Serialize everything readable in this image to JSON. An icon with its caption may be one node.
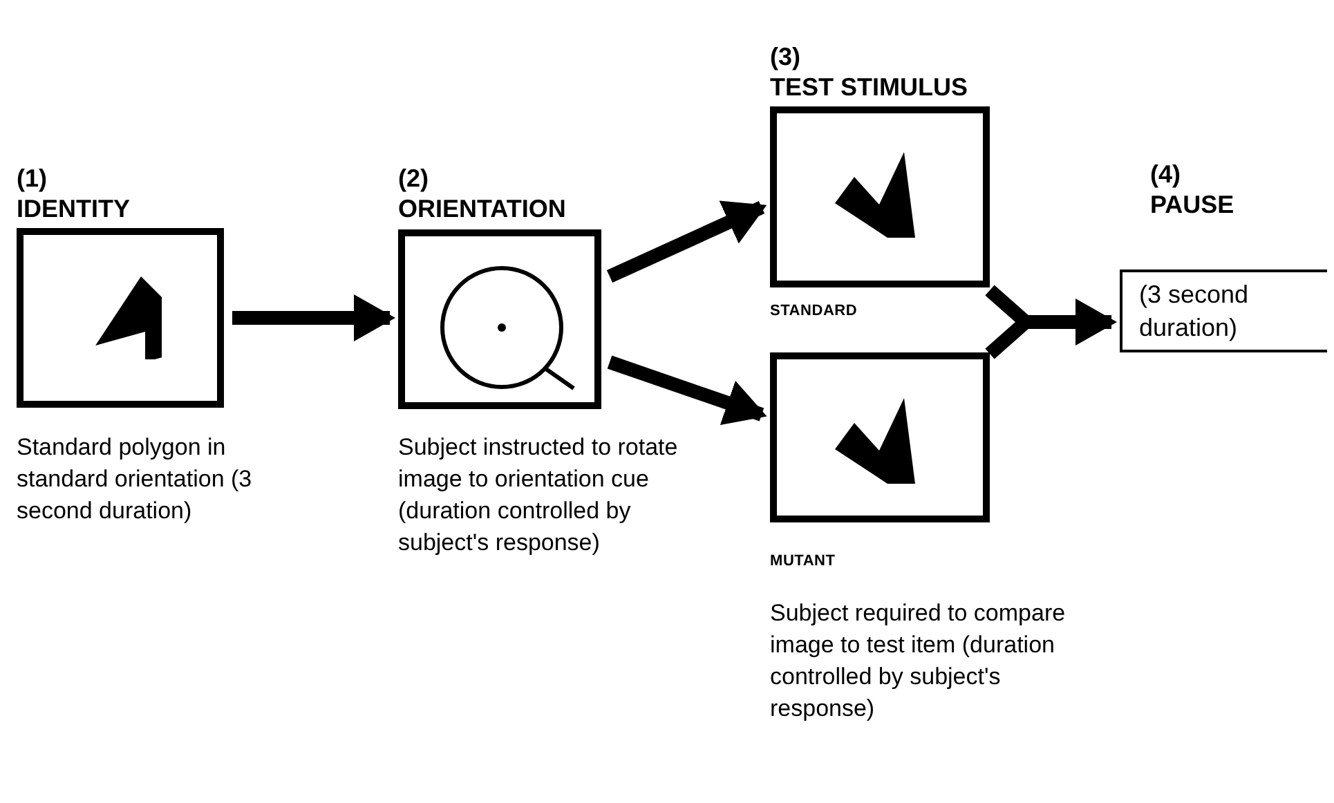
{
  "diagram": {
    "nodes": [
      {
        "text": [
          "(1)",
          "IDENTITY"
        ],
        "beside": [
          "Standard polygon in standard orientation (3 second duration)"
        ]
      },
      {
        "text": [
          "(2)",
          "ORIENTATION"
        ],
        "beside": [
          "Subject instructed to rotate image to orientation cue (duration controlled by subject's response)"
        ]
      },
      {
        "text": [
          "(3)",
          "TEST STIMULUS"
        ],
        "beside": [
          "STANDARD"
        ]
      },
      {
        "text": [],
        "shape": "box",
        "beside": [
          "MUTANT",
          "Subject required to compare image to test item (duration controlled by subject's response)"
        ]
      },
      {
        "text": [
          "(4)",
          "PAUSE",
          "(3 second duration)"
        ]
      }
    ],
    "edges": [
      {
        "from": 0,
        "to": 1,
        "arrow": "to"
      },
      {
        "from": 1,
        "to": 2,
        "arrow": "to"
      },
      {
        "from": 1,
        "to": 3,
        "arrow": "to"
      },
      {
        "from": 2,
        "to": 4,
        "arrow": "to"
      },
      {
        "from": 3,
        "to": 4,
        "arrow": "to"
      }
    ]
  }
}
